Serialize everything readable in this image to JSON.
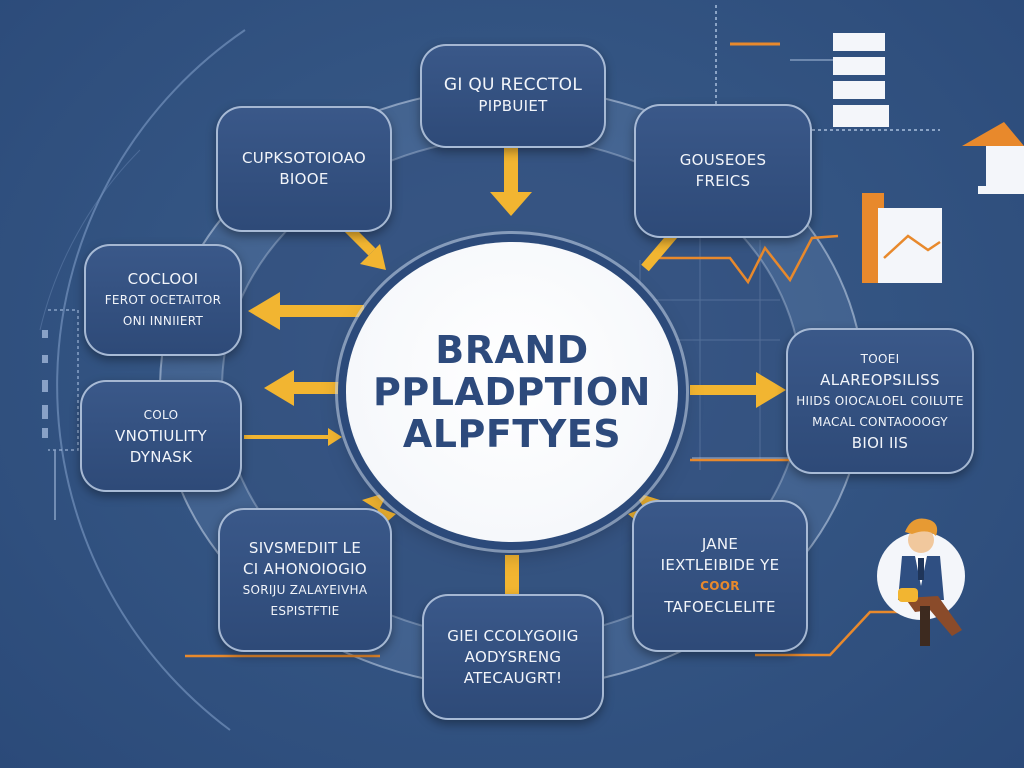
{
  "hub": {
    "lines": [
      "BRAND",
      "PPLADPTION",
      "ALPFTYES"
    ]
  },
  "nodes": {
    "top": [
      "GI QU RECCTOL",
      "PIPBUIET"
    ],
    "top_right": [
      "GOUSEOES",
      "FREICS"
    ],
    "upper_left": [
      "CUPKSOTOIOAO",
      "BIOOE"
    ],
    "left_mid": [
      "COCLOOI",
      "FEROT OCETAITOR",
      "ONI INNIIERT"
    ],
    "left_low": [
      "COLO",
      "VNOTIULITY",
      "DYNASK"
    ],
    "right": [
      "TOOEI",
      "ALAREOPSILISS",
      "HIIDS OIOCALOEL COILUTE",
      "MACAL CONTAOOOGY",
      "BIOI IIS"
    ],
    "lower_left": [
      "SIVSMEDIIT LE",
      "CI AHONOIOGIO",
      "SORIJU ZALAYEIVHA",
      "ESPISTFTIE"
    ],
    "bottom": [
      "GIEI CCOLYGOIIG",
      "AODYSRENG",
      "ATECAUGRT!"
    ],
    "lower_right": [
      "JANE",
      "IEXTLEIBIDE YE",
      "COOR",
      "TAFOECLELITE"
    ]
  },
  "palette": {
    "background": "#345583",
    "node_fill": "#34517f",
    "arrow": "#f2b531",
    "accent": "#e8892c",
    "hub_text": "#2d4a7c"
  },
  "icons": [
    "bar-chart-icon",
    "house-icon",
    "line-chart-icon",
    "businessman-avatar-icon"
  ]
}
